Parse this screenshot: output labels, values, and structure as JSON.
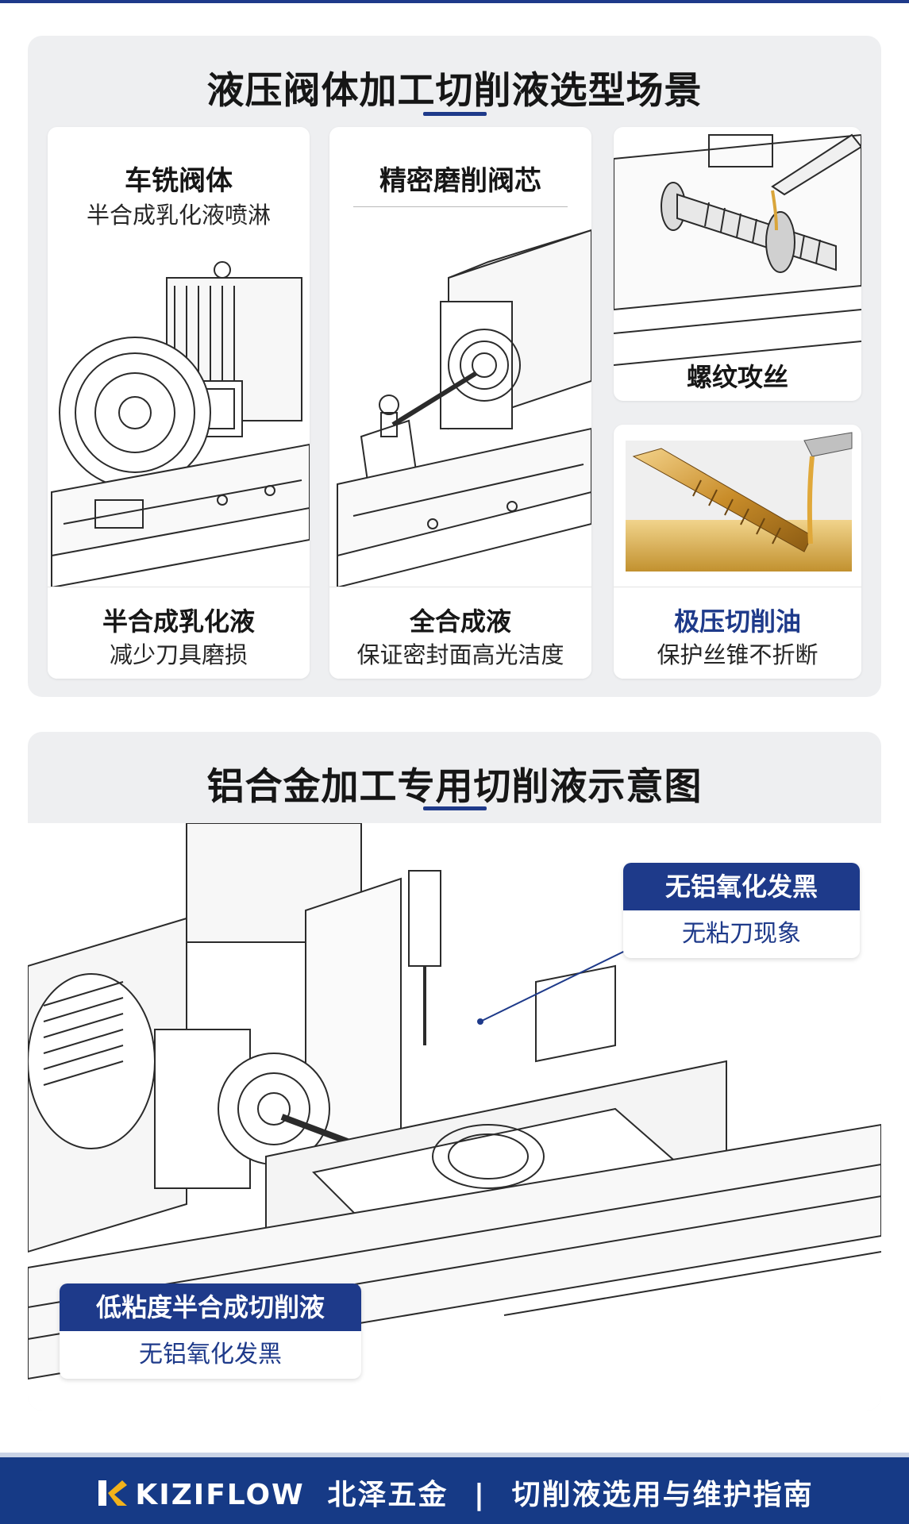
{
  "section1": {
    "title": "液压阀体加工切削液选型场景",
    "cards": {
      "turning": {
        "title": "车铣阀体",
        "subtitle": "半合成乳化液喷淋",
        "caption_title": "半合成乳化液",
        "caption_sub": "减少刀具磨损"
      },
      "grinding": {
        "title": "精密磨削阀芯",
        "caption_title": "全合成液",
        "caption_sub": "保证密封面高光洁度"
      },
      "tapping": {
        "label": "螺纹攻丝"
      },
      "oil": {
        "caption_title": "极压切削油",
        "caption_sub": "保护丝锥不折断"
      }
    }
  },
  "section2": {
    "title": "铝合金加工专用切削液示意图",
    "callout_top": {
      "head": "无铝氧化发黑",
      "body": "无粘刀现象"
    },
    "callout_bottom": {
      "head": "低粘度半合成切削液",
      "body": "无铝氧化发黑"
    }
  },
  "footer": {
    "brand": "KIZIFLOW",
    "company": "北泽五金",
    "separator": "|",
    "tagline": "切削液选用与维护指南"
  },
  "colors": {
    "accent": "#1e3a8a",
    "panel_bg": "#eeeff1",
    "card_bg": "#ffffff",
    "oil_gold": "#d9a53a"
  },
  "icons": {
    "logo": "kiziflow-logo-icon"
  }
}
